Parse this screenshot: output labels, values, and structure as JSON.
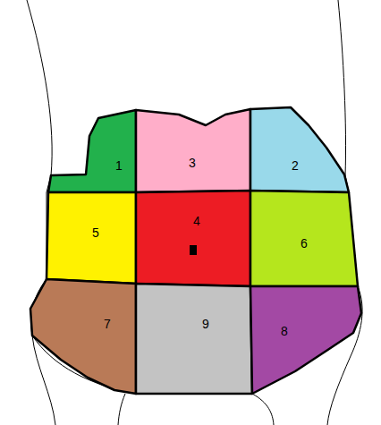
{
  "diagram": {
    "nodes": [
      {
        "text": [
          "1"
        ]
      },
      {
        "text": [
          "3"
        ]
      },
      {
        "text": [
          "2"
        ]
      },
      {
        "text": [
          "5"
        ]
      },
      {
        "text": [
          "4"
        ]
      },
      {
        "text": [
          "6"
        ]
      },
      {
        "text": [
          "7"
        ]
      },
      {
        "text": [
          "9"
        ]
      },
      {
        "text": [
          "8"
        ]
      }
    ]
  }
}
